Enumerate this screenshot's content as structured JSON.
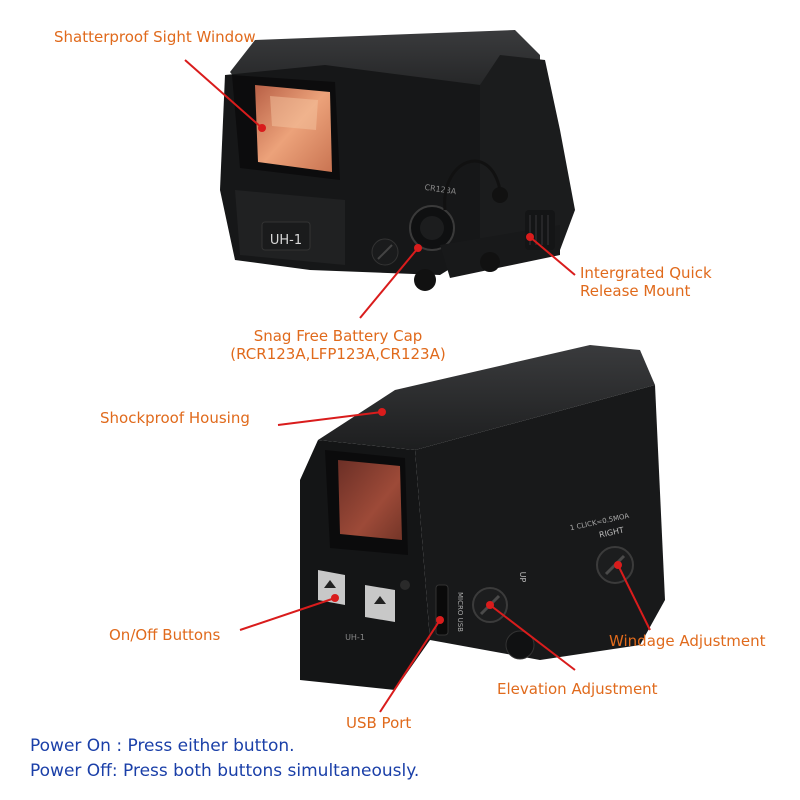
{
  "device_top": {
    "model_mark": "UH-1",
    "side_mark": "CR123A"
  },
  "device_bottom": {
    "model_mark": "UH-1",
    "port_mark": "MICRO USB",
    "elevation_mark": "UP",
    "windage_scale_mark": "1 CLICK=0.5MOA",
    "windage_mark": "RIGHT"
  },
  "callouts": {
    "sight_window": "Shatterproof Sight Window",
    "quick_release": [
      "Intergrated Quick",
      "Release Mount"
    ],
    "battery_cap": [
      "Snag Free Battery Cap",
      "(RCR123A,LFP123A,CR123A)"
    ],
    "housing": "Shockproof Housing",
    "on_off": "On/Off Buttons",
    "windage": "Windage Adjustment",
    "elevation": "Elevation Adjustment",
    "usb": "USB Port"
  },
  "instructions": {
    "power_on": "Power On : Press either button.",
    "power_off": "Power Off: Press both buttons simultaneously."
  },
  "colors": {
    "label": "#e06a1c",
    "note": "#1a3fa8",
    "pointer": "#d91c1c",
    "body": "#151617",
    "lens": "#e8936a"
  }
}
